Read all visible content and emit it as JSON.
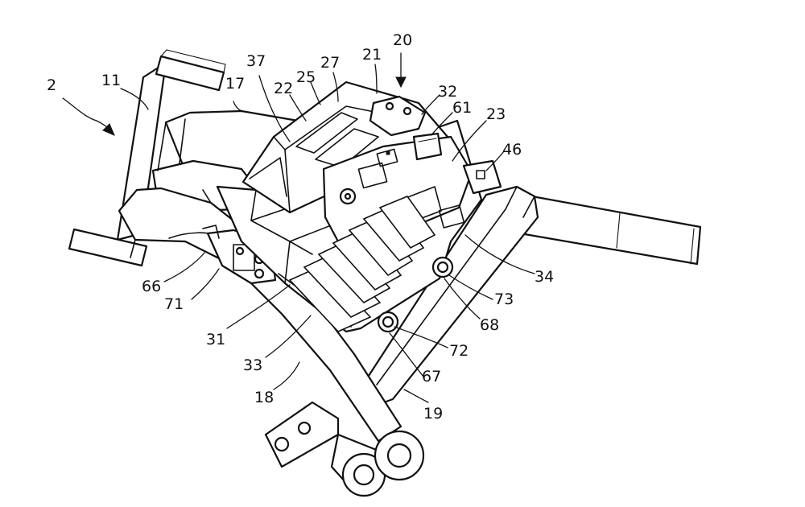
{
  "figure": {
    "labels": [
      {
        "id": "label-2",
        "text": "2"
      },
      {
        "id": "label-11",
        "text": "11"
      },
      {
        "id": "label-17",
        "text": "17"
      },
      {
        "id": "label-37",
        "text": "37"
      },
      {
        "id": "label-22",
        "text": "22"
      },
      {
        "id": "label-25",
        "text": "25"
      },
      {
        "id": "label-27",
        "text": "27"
      },
      {
        "id": "label-21",
        "text": "21"
      },
      {
        "id": "label-20",
        "text": "20"
      },
      {
        "id": "label-32",
        "text": "32"
      },
      {
        "id": "label-61",
        "text": "61"
      },
      {
        "id": "label-23",
        "text": "23"
      },
      {
        "id": "label-46",
        "text": "46"
      },
      {
        "id": "label-34",
        "text": "34"
      },
      {
        "id": "label-73",
        "text": "73"
      },
      {
        "id": "label-68",
        "text": "68"
      },
      {
        "id": "label-72",
        "text": "72"
      },
      {
        "id": "label-67",
        "text": "67"
      },
      {
        "id": "label-19",
        "text": "19"
      },
      {
        "id": "label-18",
        "text": "18"
      },
      {
        "id": "label-33",
        "text": "33"
      },
      {
        "id": "label-31",
        "text": "31"
      },
      {
        "id": "label-66",
        "text": "66"
      },
      {
        "id": "label-71",
        "text": "71"
      }
    ]
  }
}
